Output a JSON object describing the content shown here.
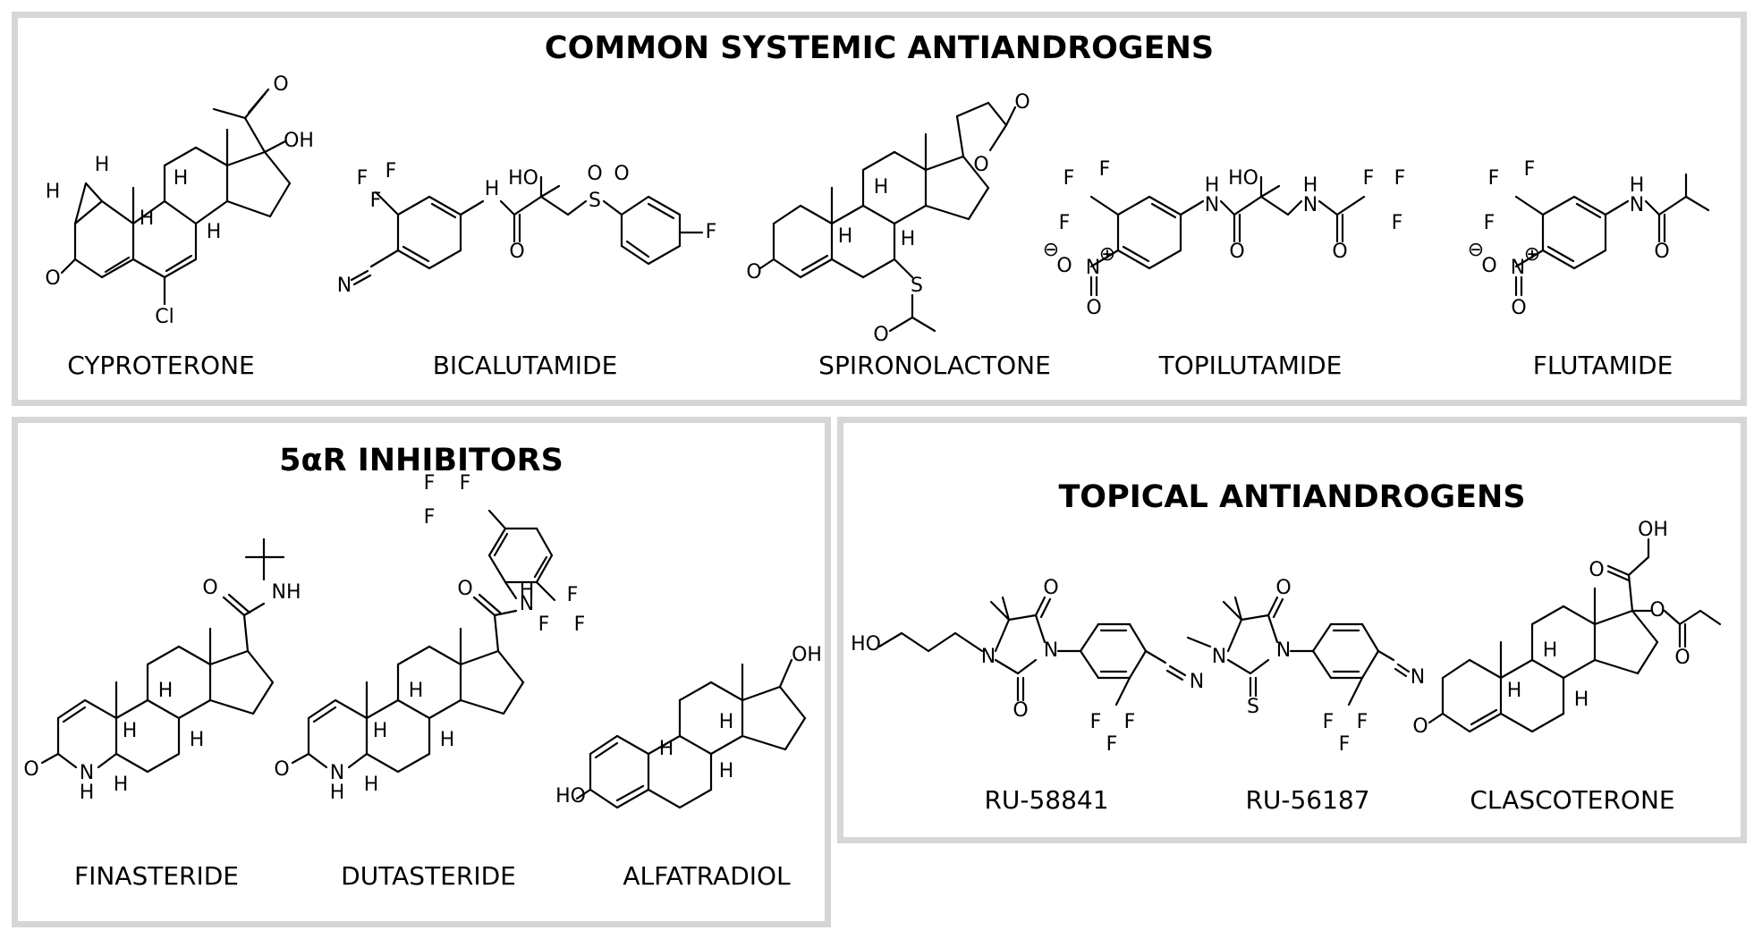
{
  "panels": [
    {
      "id": "systemic",
      "title": "COMMON SYSTEMIC ANTIANDROGENS",
      "molecules": [
        {
          "name": "CYPROTERONE",
          "atoms": [
            "H",
            "H",
            "H",
            "H",
            "H",
            "OH",
            "O",
            "O",
            "Cl"
          ]
        },
        {
          "name": "BICALUTAMIDE",
          "atoms": [
            "F",
            "F",
            "F",
            "N",
            "H",
            "HO",
            "S",
            "O",
            "O",
            "O",
            "F"
          ]
        },
        {
          "name": "SPIRONOLACTONE",
          "atoms": [
            "O",
            "O",
            "H",
            "H",
            "H",
            "O",
            "S",
            "O"
          ]
        },
        {
          "name": "TOPILUTAMIDE",
          "atoms": [
            "F",
            "F",
            "F",
            "H",
            "N",
            "HO",
            "H",
            "N",
            "F",
            "F",
            "F",
            "O",
            "O",
            "⊖",
            "O",
            "N",
            "⊕",
            "O"
          ]
        },
        {
          "name": "FLUTAMIDE",
          "atoms": [
            "F",
            "F",
            "F",
            "H",
            "N",
            "O",
            "⊖",
            "O",
            "N",
            "⊕",
            "O"
          ]
        }
      ]
    },
    {
      "id": "5ar",
      "title": "5αR INHIBITORS",
      "molecules": [
        {
          "name": "FINASTERIDE",
          "atoms": [
            "NH",
            "O",
            "H",
            "H",
            "H",
            "O",
            "N",
            "H",
            "H"
          ]
        },
        {
          "name": "DUTASTERIDE",
          "atoms": [
            "F",
            "F",
            "F",
            "F",
            "F",
            "F",
            "O",
            "N",
            "H",
            "H",
            "H",
            "H",
            "O",
            "N",
            "H",
            "H"
          ]
        },
        {
          "name": "ALFATRADIOL",
          "atoms": [
            "OH",
            "H",
            "H",
            "H",
            "HO"
          ]
        }
      ]
    },
    {
      "id": "topical",
      "title": "TOPICAL ANTIANDROGENS",
      "molecules": [
        {
          "name": "RU-58841",
          "atoms": [
            "HO",
            "N",
            "N",
            "O",
            "O",
            "N",
            "F",
            "F",
            "F"
          ]
        },
        {
          "name": "RU-56187",
          "atoms": [
            "N",
            "N",
            "O",
            "S",
            "N",
            "F",
            "F",
            "F"
          ]
        },
        {
          "name": "CLASCOTERONE",
          "atoms": [
            "OH",
            "O",
            "O",
            "O",
            "H",
            "H",
            "H",
            "O"
          ]
        }
      ]
    }
  ]
}
